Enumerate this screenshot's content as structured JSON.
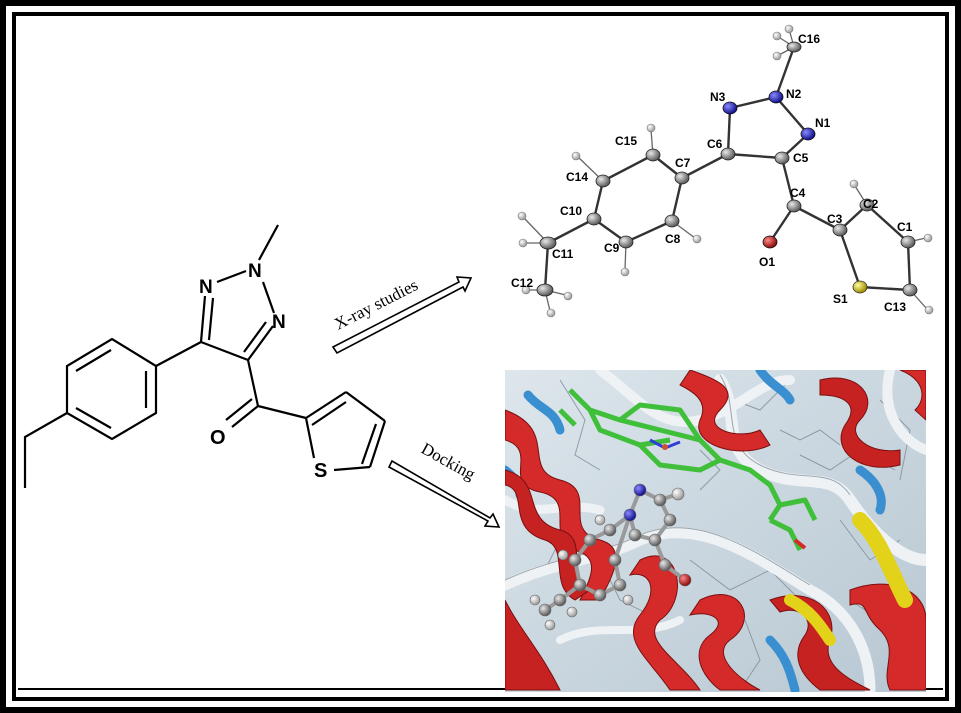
{
  "molecule": {
    "atoms": [
      "N",
      "N",
      "N",
      "O",
      "S"
    ]
  },
  "arrows": {
    "xray_label": "X-ray studies",
    "docking_label": "Docking"
  },
  "xray_labels": [
    "C16",
    "N2",
    "N3",
    "N1",
    "C6",
    "C15",
    "C7",
    "C5",
    "C14",
    "C4",
    "C2",
    "C3",
    "C10",
    "C1",
    "C9",
    "C8",
    "C11",
    "O1",
    "C12",
    "S1",
    "C13"
  ],
  "colors": {
    "frame": "#000000",
    "ribbon_red": "#d42a2a",
    "ribbon_white": "#e6ecf0",
    "ribbon_yellow": "#e2d21a",
    "ligand_green": "#4fd34a",
    "docking_bg": "#c9d6df",
    "atom_gray": "#777777",
    "atom_blue": "#1c1ccc",
    "atom_red": "#c81414",
    "atom_yellow": "#d8c000"
  }
}
